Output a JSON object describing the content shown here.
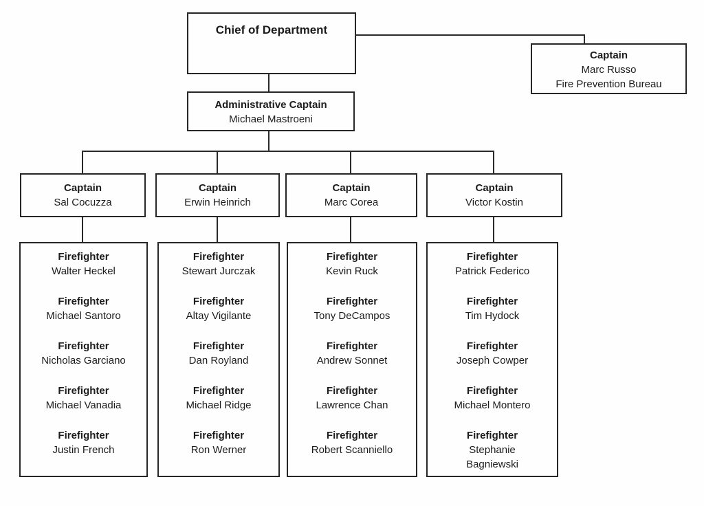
{
  "org": {
    "chief": {
      "title": "Chief of Department"
    },
    "prevention": {
      "rank": "Captain",
      "name": "Marc Russo",
      "unit": "Fire Prevention Bureau"
    },
    "admin": {
      "rank": "Administrative Captain",
      "name": "Michael Mastroeni"
    },
    "columns": [
      {
        "captain": {
          "rank": "Captain",
          "name": "Sal Cocuzza"
        },
        "members": [
          {
            "rank": "Firefighter",
            "name": "Walter Heckel"
          },
          {
            "rank": "Firefighter",
            "name": "Michael Santoro"
          },
          {
            "rank": "Firefighter",
            "name": "Nicholas Garciano"
          },
          {
            "rank": "Firefighter",
            "name": "Michael Vanadia"
          },
          {
            "rank": "Firefighter",
            "name": "Justin French"
          }
        ]
      },
      {
        "captain": {
          "rank": "Captain",
          "name": "Erwin Heinrich"
        },
        "members": [
          {
            "rank": "Firefighter",
            "name": "Stewart Jurczak"
          },
          {
            "rank": "Firefighter",
            "name": "Altay Vigilante"
          },
          {
            "rank": "Firefighter",
            "name": "Dan Royland"
          },
          {
            "rank": "Firefighter",
            "name": "Michael Ridge"
          },
          {
            "rank": "Firefighter",
            "name": "Ron Werner"
          }
        ]
      },
      {
        "captain": {
          "rank": "Captain",
          "name": "Marc Corea"
        },
        "members": [
          {
            "rank": "Firefighter",
            "name": "Kevin Ruck"
          },
          {
            "rank": "Firefighter",
            "name": "Tony DeCampos"
          },
          {
            "rank": "Firefighter",
            "name": "Andrew Sonnet"
          },
          {
            "rank": "Firefighter",
            "name": "Lawrence Chan"
          },
          {
            "rank": "Firefighter",
            "name": "Robert Scanniello"
          }
        ]
      },
      {
        "captain": {
          "rank": "Captain",
          "name": "Victor Kostin"
        },
        "members": [
          {
            "rank": "Firefighter",
            "name": "Patrick Federico"
          },
          {
            "rank": "Firefighter",
            "name": "Tim Hydock"
          },
          {
            "rank": "Firefighter",
            "name": "Joseph Cowper"
          },
          {
            "rank": "Firefighter",
            "name": "Michael Montero"
          },
          {
            "rank": "Firefighter",
            "name": "Stephanie Bagniewski"
          }
        ]
      }
    ],
    "colors": {
      "ink": "#2a2a2a",
      "background": "#fefefe"
    }
  }
}
